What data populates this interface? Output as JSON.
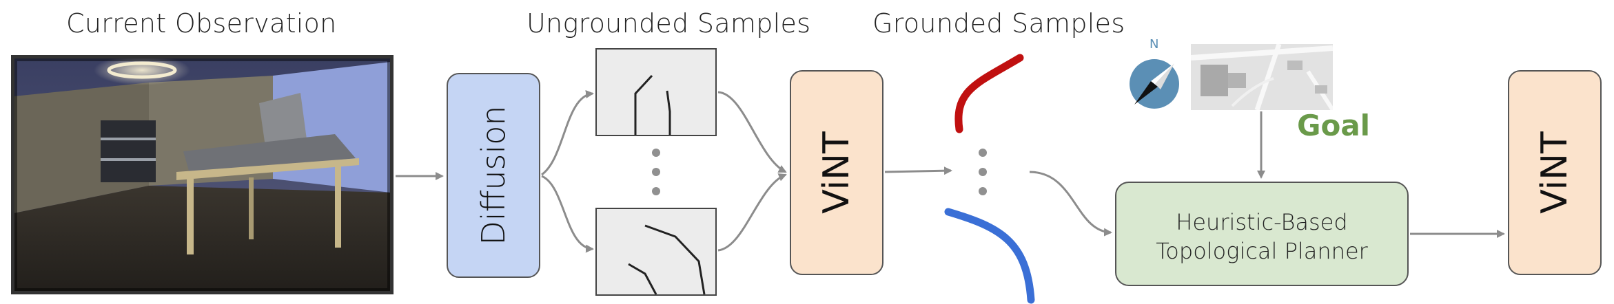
{
  "titles": {
    "current_observation": "Current Observation",
    "ungrounded_samples": "Ungrounded Samples",
    "grounded_samples": "Grounded Samples"
  },
  "blocks": {
    "diffusion": "Diffusion",
    "vint_1": "ViNT",
    "vint_2": "ViNT",
    "planner_line1": "Heuristic-Based",
    "planner_line2": "Topological Planner"
  },
  "goal": {
    "label": "Goal",
    "compass_letter": "N"
  },
  "colors": {
    "diffusion_fill": "#c5d5f4",
    "vint_fill": "#fbe3cc",
    "planner_fill": "#d9e8d0",
    "goal_text": "#6a9a4a",
    "red_path": "#c01010",
    "blue_path": "#3a6fd6",
    "arrow": "#8c8c8c",
    "compass": "#5b8fb5"
  }
}
